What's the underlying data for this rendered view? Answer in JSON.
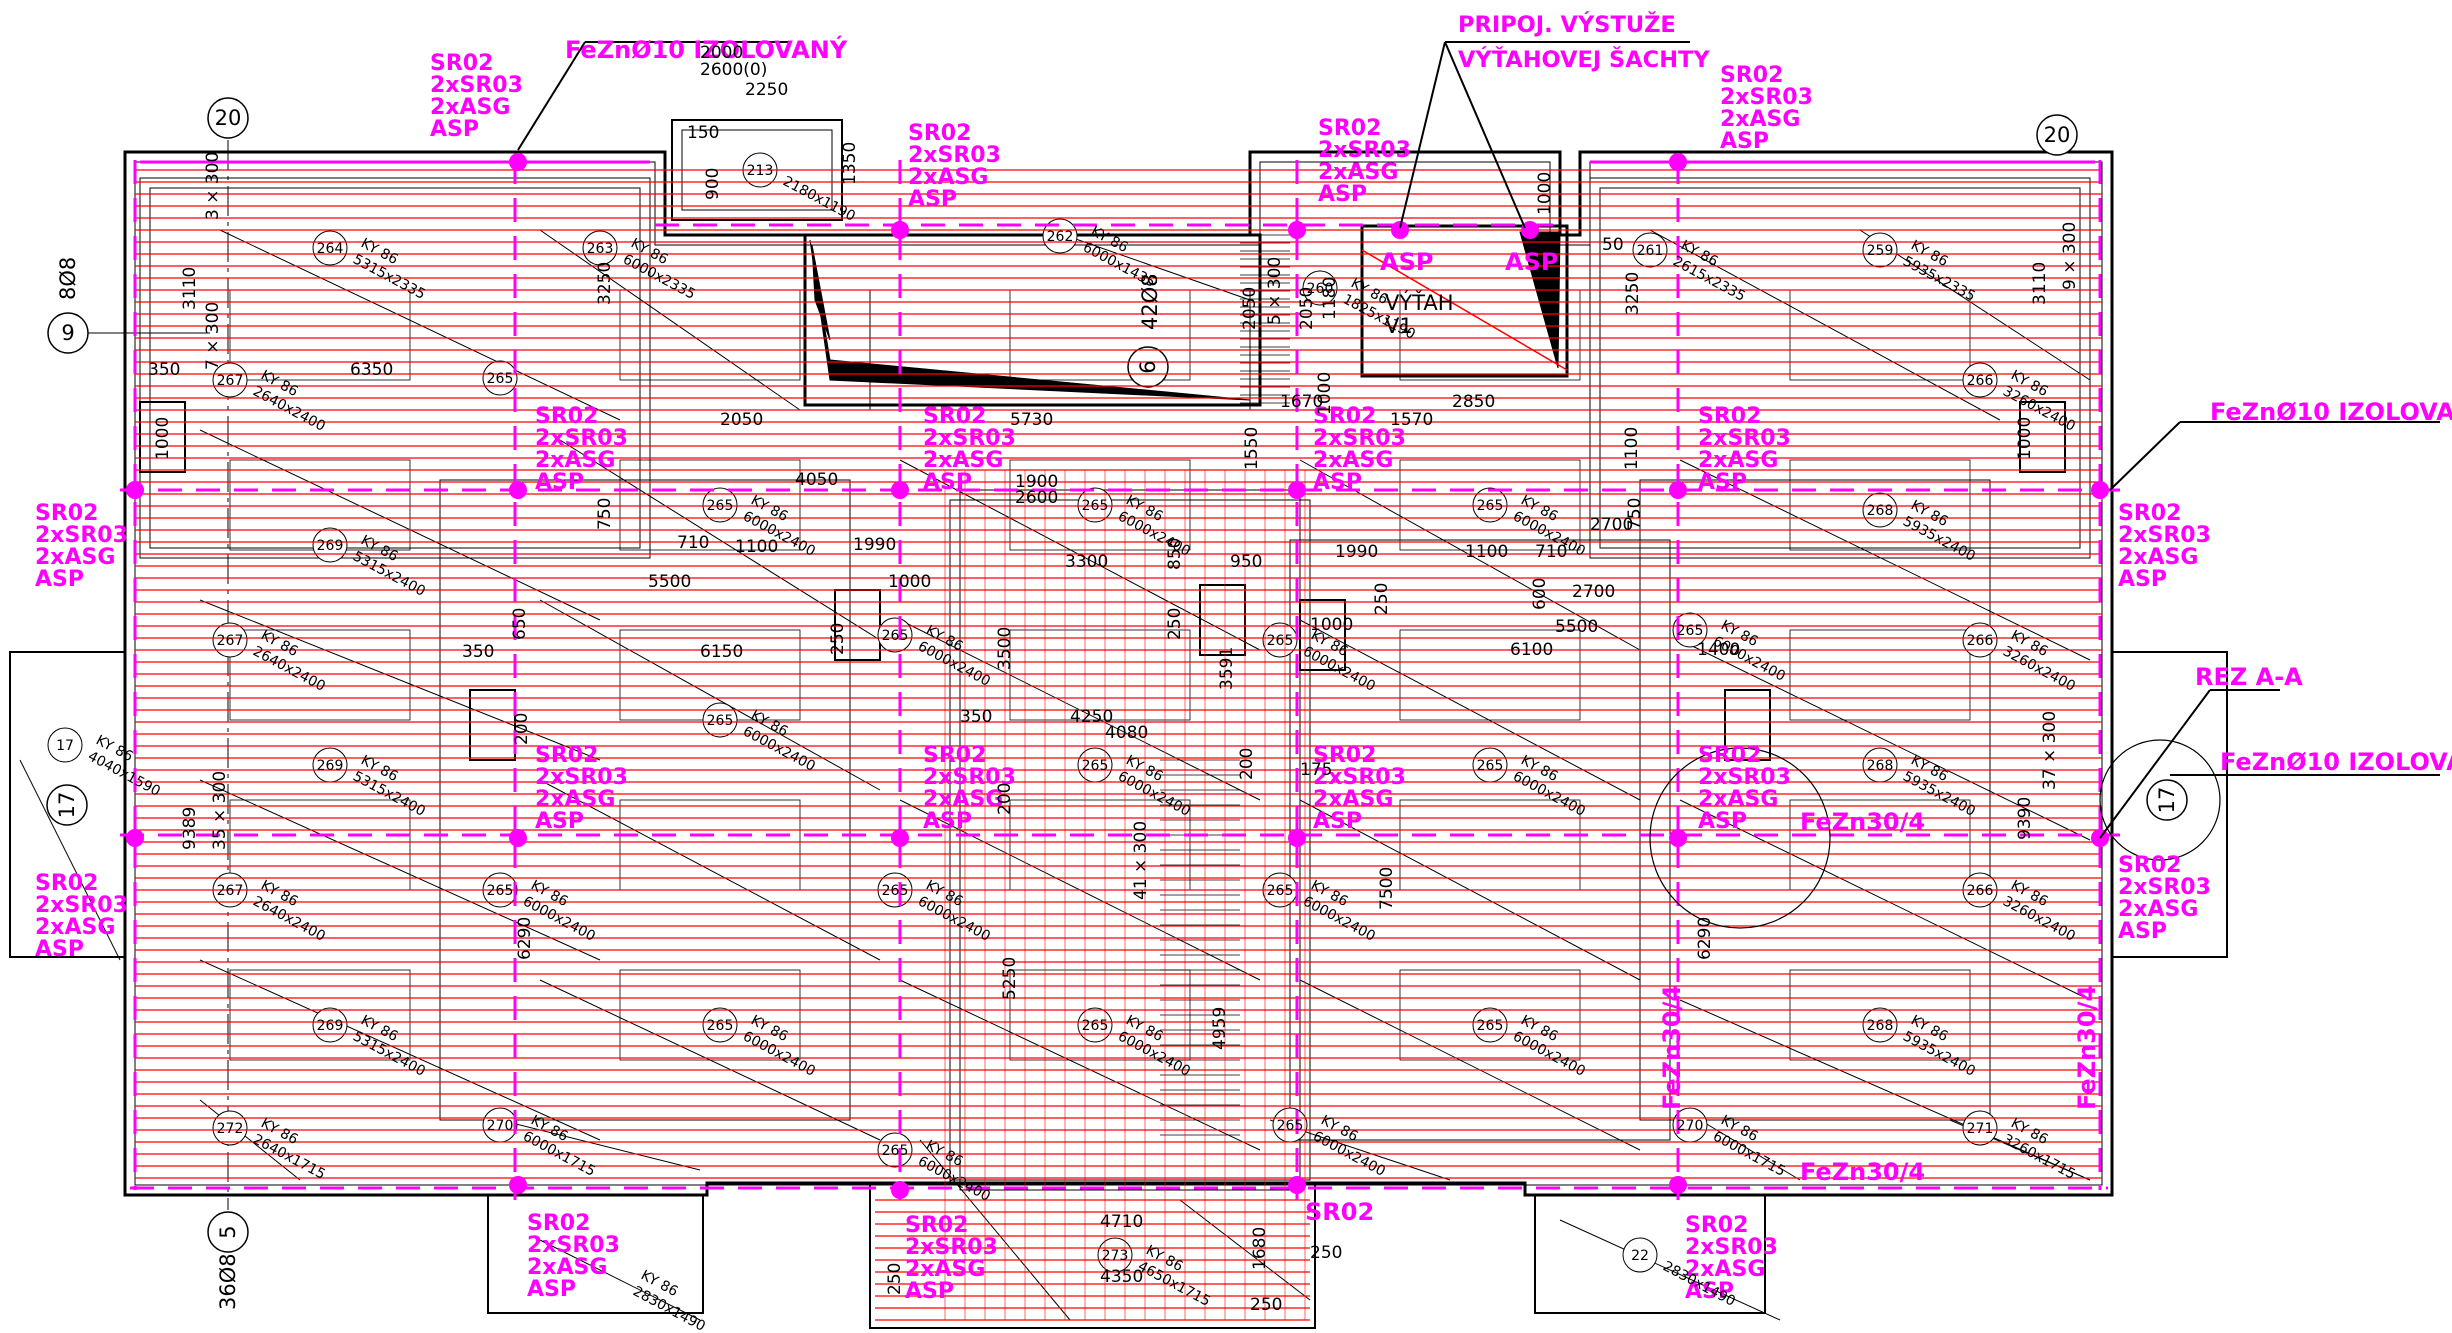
{
  "colors": {
    "magenta": "#ff00ff",
    "red": "#ff0000",
    "black": "#000000",
    "gray": "#555555"
  },
  "grid": [
    {
      "id": "a20l",
      "label": "20"
    },
    {
      "id": "a20r",
      "label": "20"
    },
    {
      "id": "a9",
      "label": "9"
    },
    {
      "id": "a17l",
      "label": "17"
    },
    {
      "id": "a17r",
      "label": "17"
    },
    {
      "id": "a5",
      "label": "5"
    },
    {
      "id": "a6",
      "label": "6"
    }
  ],
  "rebar": [
    {
      "id": "r808",
      "text": "8Ø8"
    },
    {
      "id": "r420",
      "text": "42Ø8"
    },
    {
      "id": "r360",
      "text": "36Ø8"
    }
  ],
  "tags": [
    {
      "id": "fe1",
      "text": "FeZnØ10 IZOLOVANÝ"
    },
    {
      "id": "fe2",
      "text": "FeZnØ10 IZOLOVANÝ"
    },
    {
      "id": "fe3",
      "text": "FeZnØ10 IZOLOVANÝ"
    },
    {
      "id": "prip1",
      "text": "PRIPOJ. VÝSTUŽE"
    },
    {
      "id": "prip2",
      "text": "VÝŤAHOVEJ ŠACHTY"
    },
    {
      "id": "rez",
      "text": "REZ A-A"
    },
    {
      "id": "fz1",
      "text": "FeZn30/4"
    },
    {
      "id": "fz2",
      "text": "FeZn30/4"
    },
    {
      "id": "fz3",
      "text": "FeZn30/4"
    },
    {
      "id": "fz4",
      "text": "FeZn30/4"
    },
    {
      "id": "asp1",
      "text": "ASP"
    },
    {
      "id": "asp2",
      "text": "ASP"
    },
    {
      "id": "vytah1",
      "text": "VÝŤAH"
    },
    {
      "id": "vytah2",
      "text": "V1"
    },
    {
      "id": "sr02b",
      "text": "SR02"
    }
  ],
  "sr_lines": [
    "SR02",
    "2xSR03",
    "2xASG",
    "ASP"
  ],
  "sr_groups": [
    {
      "id": "g1"
    },
    {
      "id": "g2"
    },
    {
      "id": "g3"
    },
    {
      "id": "g4"
    },
    {
      "id": "g5"
    },
    {
      "id": "g6"
    },
    {
      "id": "g7"
    },
    {
      "id": "g8"
    },
    {
      "id": "g9"
    },
    {
      "id": "g10"
    },
    {
      "id": "g11"
    },
    {
      "id": "g12"
    },
    {
      "id": "g13"
    },
    {
      "id": "g14"
    },
    {
      "id": "g15"
    },
    {
      "id": "g16"
    }
  ],
  "panels": [
    {
      "id": "p264",
      "num": "264",
      "type": "KY 86",
      "size": "5315x2335"
    },
    {
      "id": "p263",
      "num": "263",
      "type": "KY 86",
      "size": "6000x2335"
    },
    {
      "id": "p262",
      "num": "262",
      "type": "KY 86",
      "size": "6000x1435"
    },
    {
      "id": "p261",
      "num": "261",
      "type": "KY 86",
      "size": "2615x2335"
    },
    {
      "id": "p259",
      "num": "259",
      "type": "KY 86",
      "size": "5935x2335"
    },
    {
      "id": "p260",
      "num": "260",
      "type": "KY 86",
      "size": "1825x1190"
    },
    {
      "id": "p213",
      "num": "213",
      "type": "",
      "size": "2180x1190"
    },
    {
      "id": "p267a",
      "num": "267",
      "type": "KY 86",
      "size": "2640x2400"
    },
    {
      "id": "p265a",
      "num": "265",
      "type": "",
      "size": ""
    },
    {
      "id": "p266a",
      "num": "266",
      "type": "KY 86",
      "size": "3260x2400"
    },
    {
      "id": "p269a",
      "num": "269",
      "type": "KY 86",
      "size": "5315x2400"
    },
    {
      "id": "p265b",
      "num": "265",
      "type": "KY 86",
      "size": "6000x2400"
    },
    {
      "id": "p265c",
      "num": "265",
      "type": "KY 86",
      "size": "6000x2400"
    },
    {
      "id": "p265d",
      "num": "265",
      "type": "KY 86",
      "size": "6000x2400"
    },
    {
      "id": "p268a",
      "num": "268",
      "type": "KY 86",
      "size": "5935x2400"
    },
    {
      "id": "p267b",
      "num": "267",
      "type": "KY 86",
      "size": "2640x2400"
    },
    {
      "id": "p265e",
      "num": "265",
      "type": "KY 86",
      "size": "6000x2400"
    },
    {
      "id": "p265f",
      "num": "265",
      "type": "KY 86",
      "size": "6000x2400"
    },
    {
      "id": "p265g",
      "num": "265",
      "type": "KY 86",
      "size": "6000x2400"
    },
    {
      "id": "p266b",
      "num": "266",
      "type": "KY 86",
      "size": "3260x2400"
    },
    {
      "id": "p269b",
      "num": "269",
      "type": "KY 86",
      "size": "5315x2400"
    },
    {
      "id": "p265h",
      "num": "265",
      "type": "KY 86",
      "size": "6000x2400"
    },
    {
      "id": "p265i",
      "num": "265",
      "type": "KY 86",
      "size": "6000x2400"
    },
    {
      "id": "p265j",
      "num": "265",
      "type": "KY 86",
      "size": "6000x2400"
    },
    {
      "id": "p268b",
      "num": "268",
      "type": "KY 86",
      "size": "5935x2400"
    },
    {
      "id": "p267c",
      "num": "267",
      "type": "KY 86",
      "size": "2640x2400"
    },
    {
      "id": "p265k",
      "num": "265",
      "type": "KY 86",
      "size": "6000x2400"
    },
    {
      "id": "p265l",
      "num": "265",
      "type": "KY 86",
      "size": "6000x2400"
    },
    {
      "id": "p265m",
      "num": "265",
      "type": "KY 86",
      "size": "6000x2400"
    },
    {
      "id": "p266c",
      "num": "266",
      "type": "KY 86",
      "size": "3260x2400"
    },
    {
      "id": "p269c",
      "num": "269",
      "type": "KY 86",
      "size": "5315x2400"
    },
    {
      "id": "p265n",
      "num": "265",
      "type": "KY 86",
      "size": "6000x2400"
    },
    {
      "id": "p265o",
      "num": "265",
      "type": "KY 86",
      "size": "6000x2400"
    },
    {
      "id": "p265p",
      "num": "265",
      "type": "KY 86",
      "size": "6000x2400"
    },
    {
      "id": "p268c",
      "num": "268",
      "type": "KY 86",
      "size": "5935x2400"
    },
    {
      "id": "p272",
      "num": "272",
      "type": "KY 86",
      "size": "2640x1715"
    },
    {
      "id": "p270a",
      "num": "270",
      "type": "KY 86",
      "size": "6000x1715"
    },
    {
      "id": "p265q",
      "num": "265",
      "type": "KY 86",
      "size": "6000x2400"
    },
    {
      "id": "p265r",
      "num": "265",
      "type": "KY 86",
      "size": "6000x2400"
    },
    {
      "id": "p270b",
      "num": "270",
      "type": "KY 86",
      "size": "6000x1715"
    },
    {
      "id": "p271",
      "num": "271",
      "type": "KY 86",
      "size": "3260x1715"
    },
    {
      "id": "p273",
      "num": "273",
      "type": "KY 86",
      "size": "4650x1715"
    },
    {
      "id": "p17",
      "num": "17",
      "type": "KY 86",
      "size": "4040x1590"
    },
    {
      "id": "pKb",
      "num": "",
      "type": "KY 86",
      "size": "2830x1490"
    },
    {
      "id": "p22",
      "num": "22",
      "type": "",
      "size": "2830x1490"
    }
  ],
  "dims": [
    {
      "id": "d2000",
      "text": "2000"
    },
    {
      "id": "d2600",
      "text": "2600(0)"
    },
    {
      "id": "d2250",
      "text": "2250"
    },
    {
      "id": "d150",
      "text": "150"
    },
    {
      "id": "d900",
      "text": "900"
    },
    {
      "id": "d1350",
      "text": "1350"
    },
    {
      "id": "d1000a",
      "text": "1000"
    },
    {
      "id": "d50",
      "text": "50"
    },
    {
      "id": "d3x300",
      "text": "3 × 300"
    },
    {
      "id": "d3110a",
      "text": "3110"
    },
    {
      "id": "d7x300",
      "text": "7 × 300"
    },
    {
      "id": "d3250a",
      "text": "3250"
    },
    {
      "id": "d3250b",
      "text": "3250"
    },
    {
      "id": "d3110b",
      "text": "3110"
    },
    {
      "id": "d9x300",
      "text": "9 × 300"
    },
    {
      "id": "d350a",
      "text": "350"
    },
    {
      "id": "d6350",
      "text": "6350"
    },
    {
      "id": "d1000b",
      "text": "1000"
    },
    {
      "id": "d1000c",
      "text": "1000"
    },
    {
      "id": "d2050a",
      "text": "2050"
    },
    {
      "id": "d5730",
      "text": "5730"
    },
    {
      "id": "d4050",
      "text": "4050"
    },
    {
      "id": "d1900",
      "text": "1900"
    },
    {
      "id": "d2600b",
      "text": "2600"
    },
    {
      "id": "d1670",
      "text": "1670"
    },
    {
      "id": "d1570",
      "text": "1570"
    },
    {
      "id": "d2850",
      "text": "2850"
    },
    {
      "id": "d1550",
      "text": "1550"
    },
    {
      "id": "d1100a",
      "text": "1100"
    },
    {
      "id": "d750a",
      "text": "750"
    },
    {
      "id": "d710a",
      "text": "710"
    },
    {
      "id": "d1100b",
      "text": "1100"
    },
    {
      "id": "d1990a",
      "text": "1990"
    },
    {
      "id": "d5500a",
      "text": "5500"
    },
    {
      "id": "d1000d",
      "text": "1000"
    },
    {
      "id": "d3300",
      "text": "3300"
    },
    {
      "id": "d850",
      "text": "850"
    },
    {
      "id": "d950",
      "text": "950"
    },
    {
      "id": "d1990b",
      "text": "1990"
    },
    {
      "id": "d1100c",
      "text": "1100"
    },
    {
      "id": "d710b",
      "text": "710"
    },
    {
      "id": "d2700a",
      "text": "2700"
    },
    {
      "id": "d750b",
      "text": "750"
    },
    {
      "id": "d2700b",
      "text": "2700"
    },
    {
      "id": "d600",
      "text": "600"
    },
    {
      "id": "d5500b",
      "text": "5500"
    },
    {
      "id": "d650",
      "text": "650"
    },
    {
      "id": "d350b",
      "text": "350"
    },
    {
      "id": "d6150",
      "text": "6150"
    },
    {
      "id": "d250a",
      "text": "250"
    },
    {
      "id": "d3500",
      "text": "3500"
    },
    {
      "id": "d250b",
      "text": "250"
    },
    {
      "id": "d3591",
      "text": "3591"
    },
    {
      "id": "d1000e",
      "text": "1000"
    },
    {
      "id": "d250c",
      "text": "250"
    },
    {
      "id": "d6100",
      "text": "6100"
    },
    {
      "id": "d1400",
      "text": "1400"
    },
    {
      "id": "d200a",
      "text": "200"
    },
    {
      "id": "d350c",
      "text": "350"
    },
    {
      "id": "d4250",
      "text": "4250"
    },
    {
      "id": "d4080",
      "text": "4080"
    },
    {
      "id": "d200b",
      "text": "200"
    },
    {
      "id": "d200c",
      "text": "200"
    },
    {
      "id": "d175",
      "text": "175"
    },
    {
      "id": "d9389",
      "text": "9389"
    },
    {
      "id": "d35x300",
      "text": "35 × 300"
    },
    {
      "id": "d41x300",
      "text": "41 × 300"
    },
    {
      "id": "d7500",
      "text": "7500"
    },
    {
      "id": "d37x300",
      "text": "37 × 300"
    },
    {
      "id": "d9390",
      "text": "9390"
    },
    {
      "id": "d6290a",
      "text": "6290"
    },
    {
      "id": "d6290b",
      "text": "6290"
    },
    {
      "id": "d5250",
      "text": "5250"
    },
    {
      "id": "d4959",
      "text": "4959"
    },
    {
      "id": "d4710",
      "text": "4710"
    },
    {
      "id": "d4350",
      "text": "4350"
    },
    {
      "id": "d1680",
      "text": "1680"
    },
    {
      "id": "d250d",
      "text": "250"
    },
    {
      "id": "d250e",
      "text": "250"
    },
    {
      "id": "d250f",
      "text": "250"
    },
    {
      "id": "d1000f",
      "text": "1000"
    },
    {
      "id": "d2050b",
      "text": "2050"
    },
    {
      "id": "d2050c",
      "text": "2050"
    },
    {
      "id": "d1180",
      "text": "1180"
    },
    {
      "id": "d5x300",
      "text": "5 × 300"
    }
  ]
}
